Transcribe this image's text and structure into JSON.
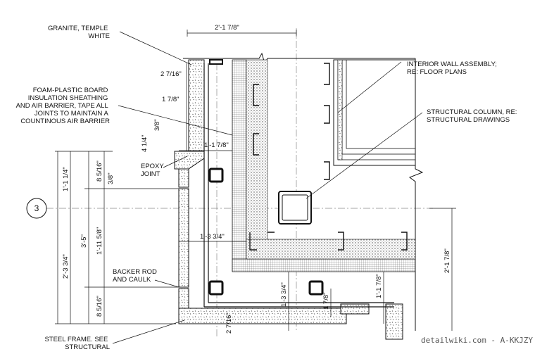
{
  "notes": {
    "granite": [
      "GRANITE, TEMPLE",
      "WHITE"
    ],
    "insulation": [
      "FOAM-PLASTIC BOARD",
      "INSULATION SHEATHING",
      "AND AIR BARRIER, TAPE ALL",
      "JOINTS TO MAINTAIN A",
      "COUNTINOUS AIR BARRIER"
    ],
    "epoxy": [
      "EPOXY",
      "JOINT"
    ],
    "backer": [
      "BACKER ROD",
      "AND CAULK"
    ],
    "steel": [
      "STEEL FRAME. SEE",
      "STRUCTURAL"
    ],
    "interior": [
      "INTERIOR WALL ASSEMBLY;",
      "RE: FLOOR PLANS"
    ],
    "column": [
      "STRUCTURAL COLUMN, RE:",
      "STRUCTURAL DRAWINGS"
    ]
  },
  "dimensions": {
    "top_overall": "2'-1 7/8\"",
    "d_2_7_16_top": "2 7/16\"",
    "d_1_7_8_top": "1 7/8\"",
    "d_3_8_top": "3/8\"",
    "d_4_1_4": "4 1/4\"",
    "d_1_1_7_8": "1'-1 7/8\"",
    "d_8_5_16_top": "8 5/16\"",
    "d_3_8_mid": "3/8\"",
    "d_1_1_1_4": "1'-1 1/4\"",
    "d_3_5": "3'-5\"",
    "d_1_11_5_8": "1'-11 5/8\"",
    "d_2_3_3_4": "2'-3 3/4\"",
    "d_1_3_3_4_h": "1'-3 3/4\"",
    "d_8_5_16_bot": "8 5/16\"",
    "d_2_7_16_bot": "2 7/16\"",
    "d_1_3_3_4_v": "1'-3 3/4\"",
    "d_1_7_8_bot": "1 7/8\"",
    "d_1_1_7_8_v": "1'-1 7/8\"",
    "d_2_1_7_8_right": "2'-1 7/8\""
  },
  "grid_bubble": "3",
  "watermark": "detailwiki.com - A-KKJZY"
}
